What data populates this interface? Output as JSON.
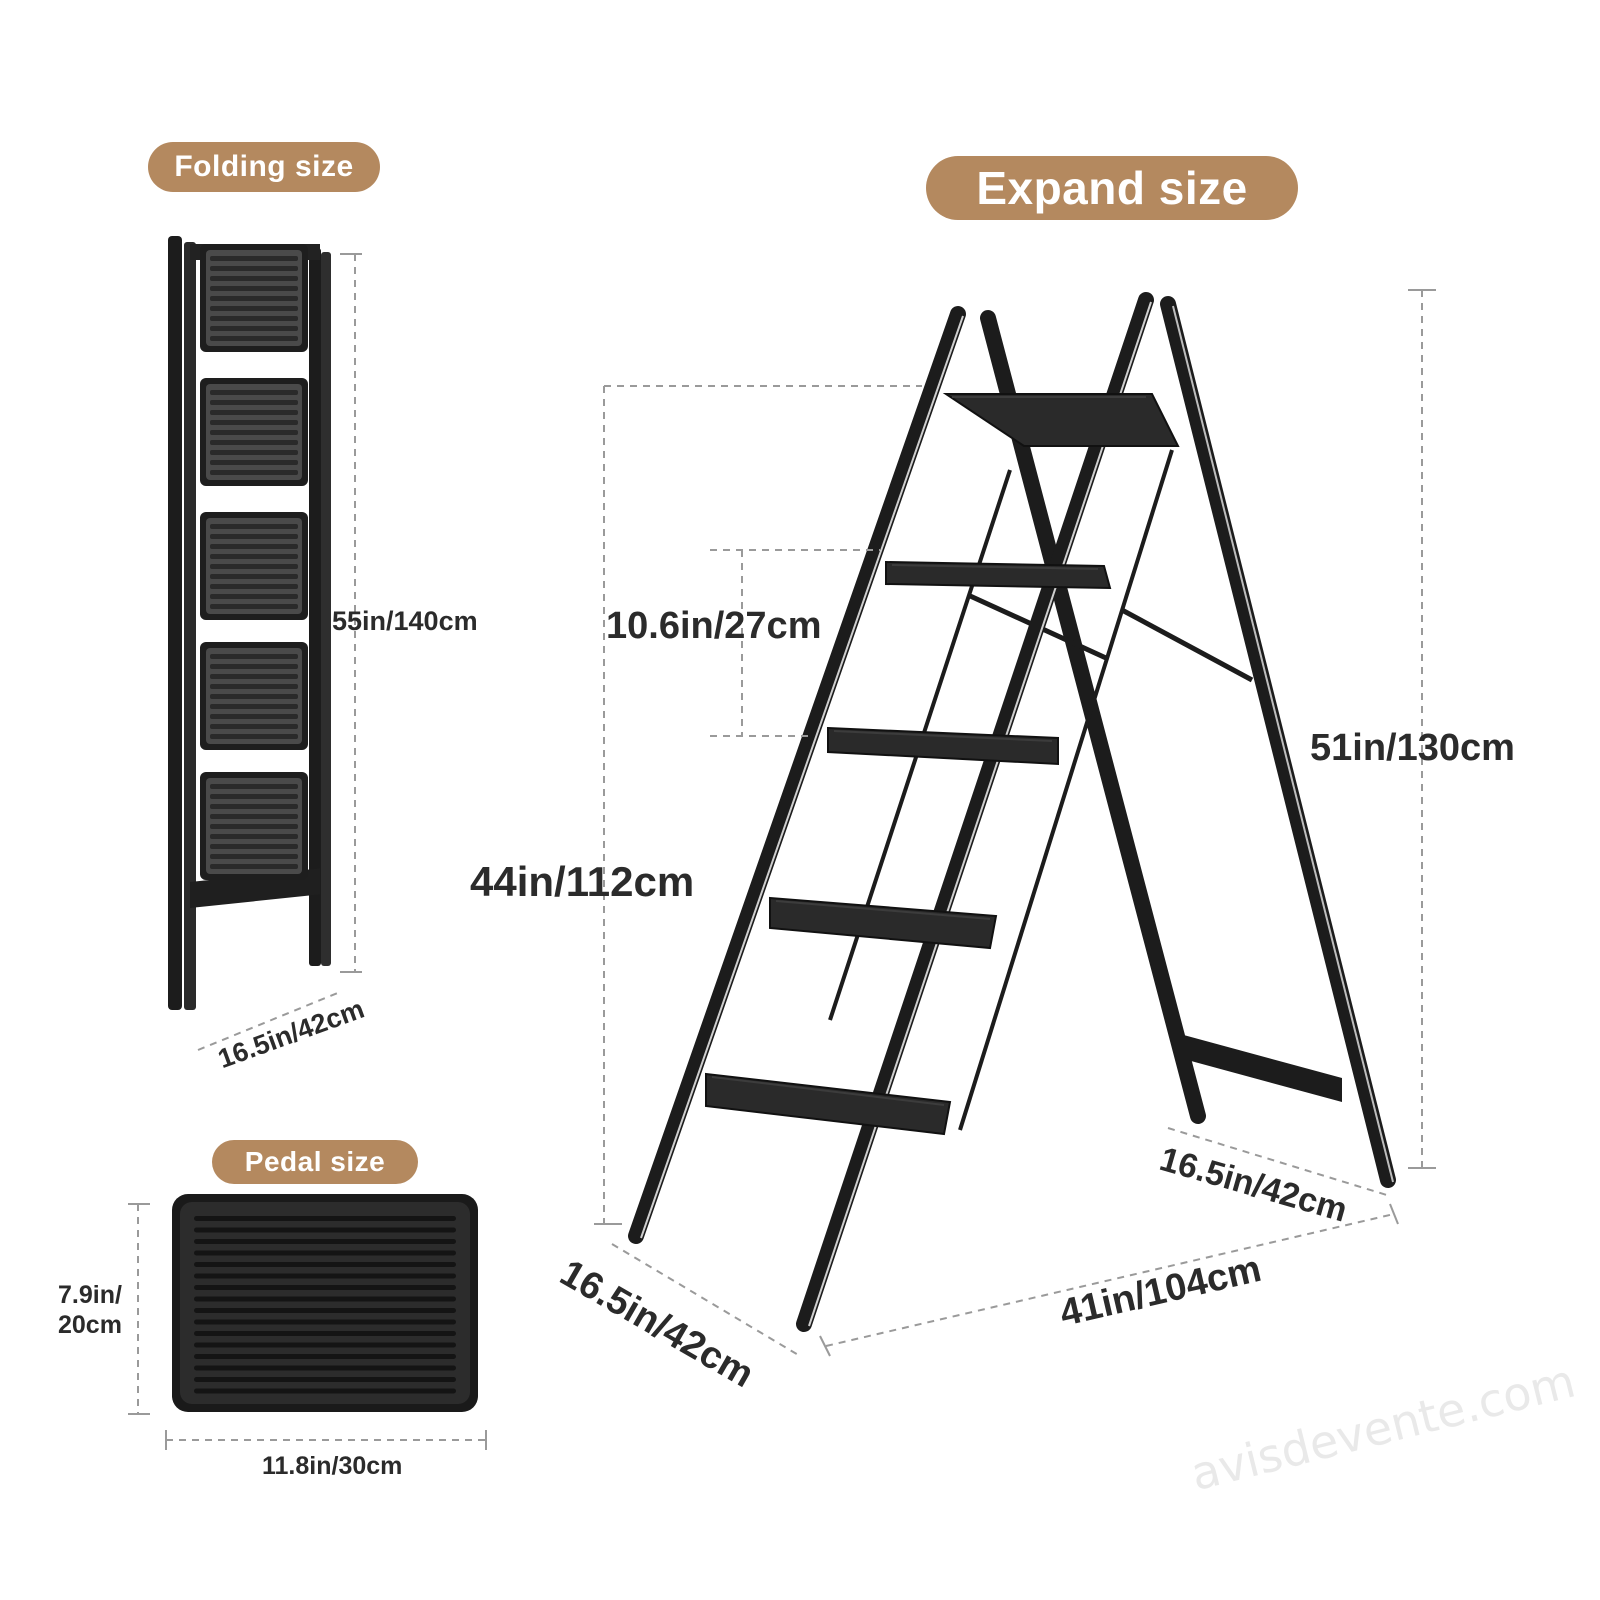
{
  "colors": {
    "accent": "#b4895f",
    "ladder": "#1c1c1c",
    "ladder_highlight": "#cfcfcf",
    "tread": "#2a2a2a",
    "fold_tread": "#4a4a4a",
    "dim_line": "#9a9a9a",
    "text": "#2b2b2b"
  },
  "headings": {
    "folding": "Folding size",
    "expand": "Expand size",
    "pedal": "Pedal size"
  },
  "dimensions": {
    "fold_height": "55in/140cm",
    "fold_width": "16.5in/42cm",
    "pedal_height_line1": "7.9in/",
    "pedal_height_line2": "20cm",
    "pedal_width": "11.8in/30cm",
    "step_spacing": "10.6in/27cm",
    "platform_height": "44in/112cm",
    "total_height": "51in/130cm",
    "rear_width": "16.5in/42cm",
    "front_width": "16.5in/42cm",
    "depth": "41in/104cm"
  },
  "watermark": "avisdevente.com"
}
